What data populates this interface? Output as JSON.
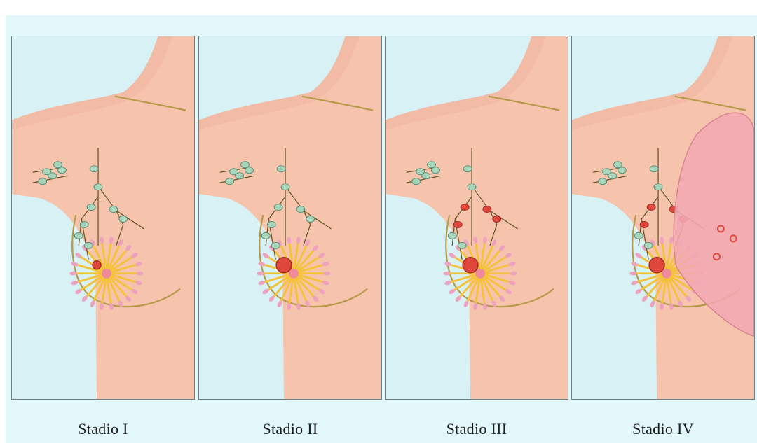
{
  "figure": {
    "panels": [
      {
        "stage_label": "Stadio I",
        "tumor_size": "small",
        "affected_nodes": 0,
        "distant_mass": false
      },
      {
        "stage_label": "Stadio II",
        "tumor_size": "medium",
        "affected_nodes": 0,
        "distant_mass": false
      },
      {
        "stage_label": "Stadio III",
        "tumor_size": "medium",
        "affected_nodes": 4,
        "distant_mass": false
      },
      {
        "stage_label": "Stadio IV",
        "tumor_size": "medium",
        "affected_nodes": 4,
        "distant_mass": true
      }
    ]
  },
  "colors": {
    "background": "#e3f8fb",
    "panel_bg": "#d7f1f5",
    "skin": "#f6c3ad",
    "skin_shade": "#eab19b",
    "lymph_node": "#a8d6bd",
    "tumor": "#e0473c",
    "gland": "#f5c33b",
    "lobule": "#ec9ccc"
  }
}
